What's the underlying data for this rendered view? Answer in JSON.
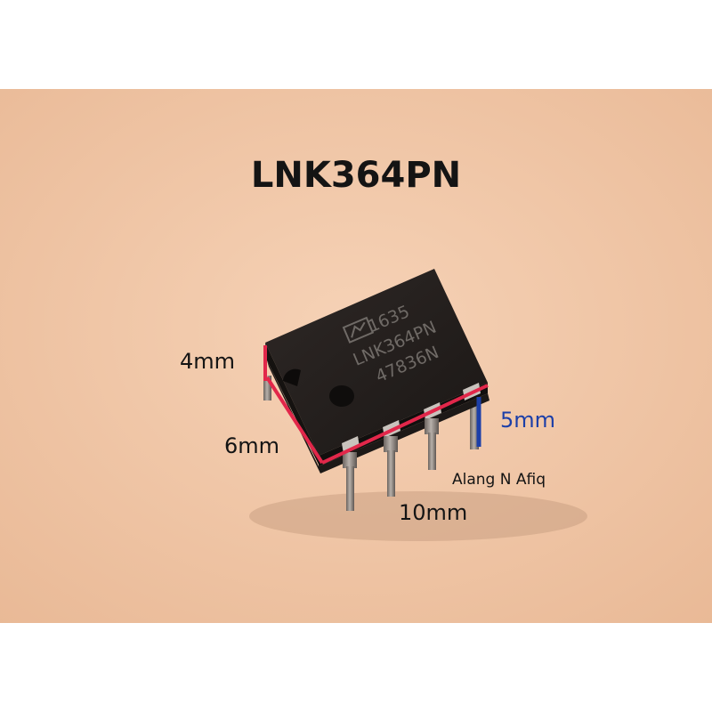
{
  "title": "LNK364PN",
  "chip": {
    "line1": "1635",
    "line2": "LNK364PN",
    "line3": "47836N",
    "logo": "power-integrations-logo"
  },
  "dimensions": {
    "height_left": "4mm",
    "width": "6mm",
    "length": "10mm",
    "height_right": "5mm"
  },
  "credit": "Alang N Afiq",
  "colors": {
    "background": "#f1c7a6",
    "chip_body": "#231e1c",
    "marker_red": "#e2274a",
    "marker_blue": "#1c3fa8",
    "pin": "#9e9690"
  }
}
